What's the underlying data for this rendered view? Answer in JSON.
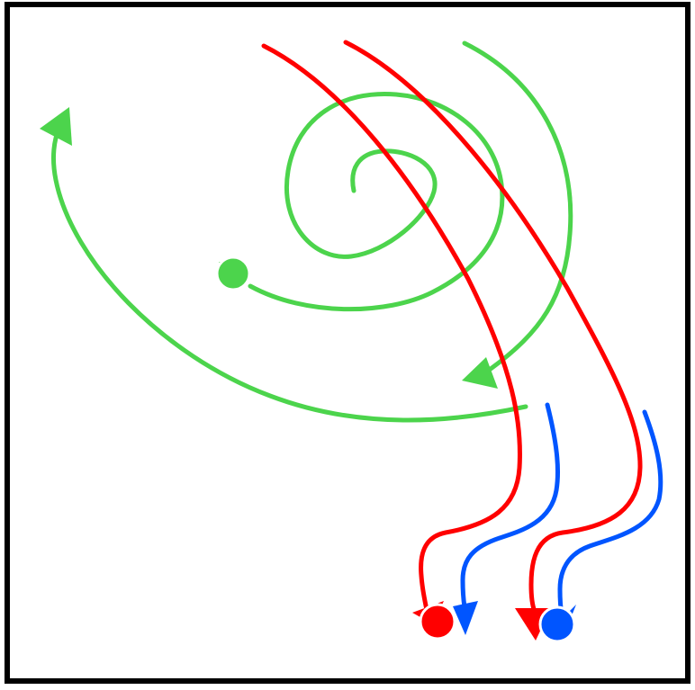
{
  "diagram": {
    "frame": {
      "stroke_color": "#000000",
      "background": "#ffffff"
    },
    "colors": {
      "green": "#4cd44c",
      "red": "#ff0000",
      "blue": "#0055ff",
      "marker_outline": "#ffffff"
    },
    "trajectories": [
      {
        "id": "green-spiral",
        "color_key": "green",
        "has_arrowhead": false
      },
      {
        "id": "green-outer-arc",
        "color_key": "green",
        "has_arrowhead": true
      },
      {
        "id": "green-right-arc",
        "color_key": "green",
        "has_arrowhead": true
      },
      {
        "id": "red-left",
        "color_key": "red",
        "has_arrowhead": true
      },
      {
        "id": "red-right",
        "color_key": "red",
        "has_arrowhead": true
      },
      {
        "id": "blue-left",
        "color_key": "blue",
        "has_arrowhead": true
      },
      {
        "id": "blue-right",
        "color_key": "blue",
        "has_arrowhead": false
      }
    ],
    "markers": [
      {
        "id": "green-agent",
        "color_key": "green"
      },
      {
        "id": "red-agent",
        "color_key": "red"
      },
      {
        "id": "blue-agent",
        "color_key": "blue"
      }
    ]
  }
}
